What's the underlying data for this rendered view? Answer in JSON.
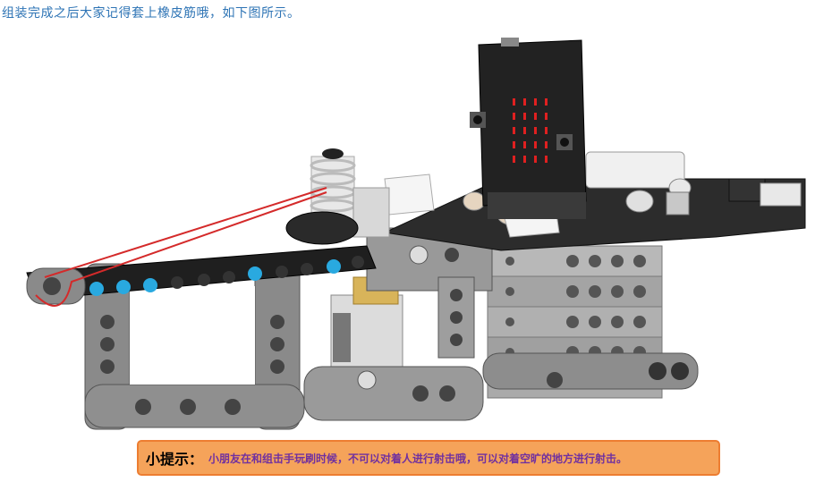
{
  "heading": "组装完成之后大家记得套上橡皮筋哦，如下图所示。",
  "figure": {
    "subject": "rubber-band-launcher-assembly",
    "colors": {
      "beam_black": "#262626",
      "brick_gray": "#9a9a9a",
      "led_red": "#e02020",
      "band_red": "#d42a2a",
      "peg_blue": "#29a9e0"
    }
  },
  "tip": {
    "label": "小提示：",
    "text": "小朋友在和组击手玩刷时候，不可以对着人进行射击哦，可以对着空旷的地方进行射击。"
  }
}
